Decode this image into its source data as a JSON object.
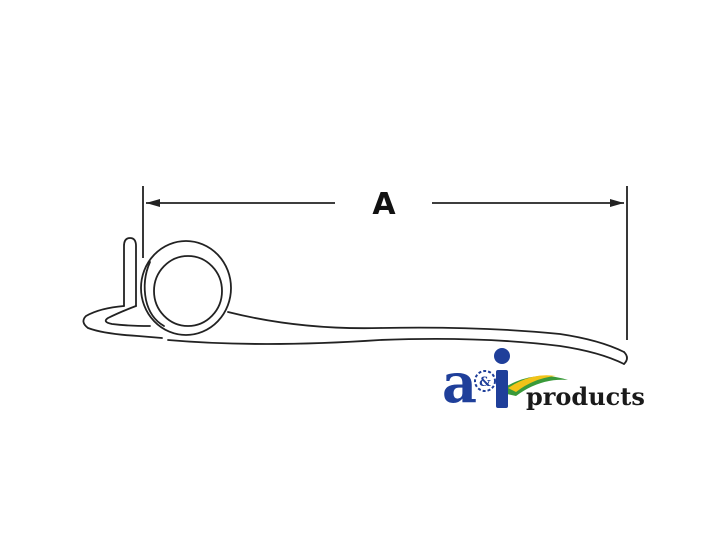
{
  "diagram": {
    "dimension": {
      "label": "A"
    }
  },
  "logo": {
    "wordmark": "products",
    "emblem_text": "a&i",
    "colors": {
      "blue": "#1f3f9a",
      "green": "#3a9a3a",
      "yellow": "#f2c318",
      "ink": "#1a1a1a"
    }
  }
}
